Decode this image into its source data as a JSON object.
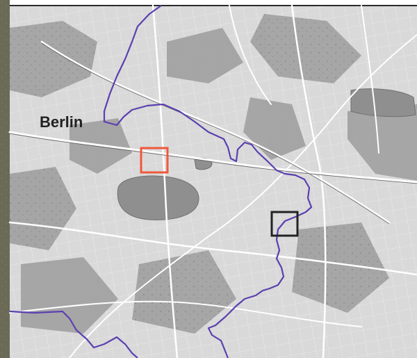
{
  "map": {
    "labels": {
      "city": "Berlin"
    },
    "colors": {
      "background": "#d9d9d9",
      "forest": "#9a9a9a",
      "water": "#8d8d8d",
      "road": "#ffffff",
      "boundary": "#5b3fb0",
      "highlight_red": "#f0583a",
      "highlight_black": "#222222",
      "left_strip": "#6a6a56",
      "top_border": "#2a2a2a"
    },
    "markers": [
      {
        "name": "red-square",
        "color": "#f0583a"
      },
      {
        "name": "black-square",
        "color": "#222222"
      }
    ]
  }
}
